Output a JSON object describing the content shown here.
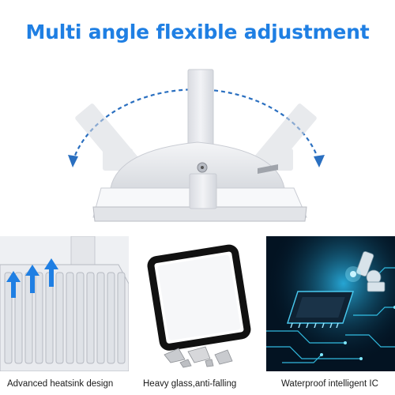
{
  "header": {
    "title": "Multi angle flexible adjustment"
  },
  "colors": {
    "accent": "#1f7fe3",
    "bracket": "#e9eaee",
    "bracket_edge": "#c9ccd3",
    "arrow": "#2a6fc0",
    "panel_dark": "#031322",
    "circuit_glow": "#3ad7ff"
  },
  "features": [
    {
      "icon": "heatsink-airflow-icon",
      "caption": "Advanced heatsink design"
    },
    {
      "icon": "tempered-glass-frame-icon",
      "caption": "Heavy glass,anti-falling"
    },
    {
      "icon": "chip-circuit-icon",
      "caption": "Waterproof intelligent IC"
    }
  ]
}
